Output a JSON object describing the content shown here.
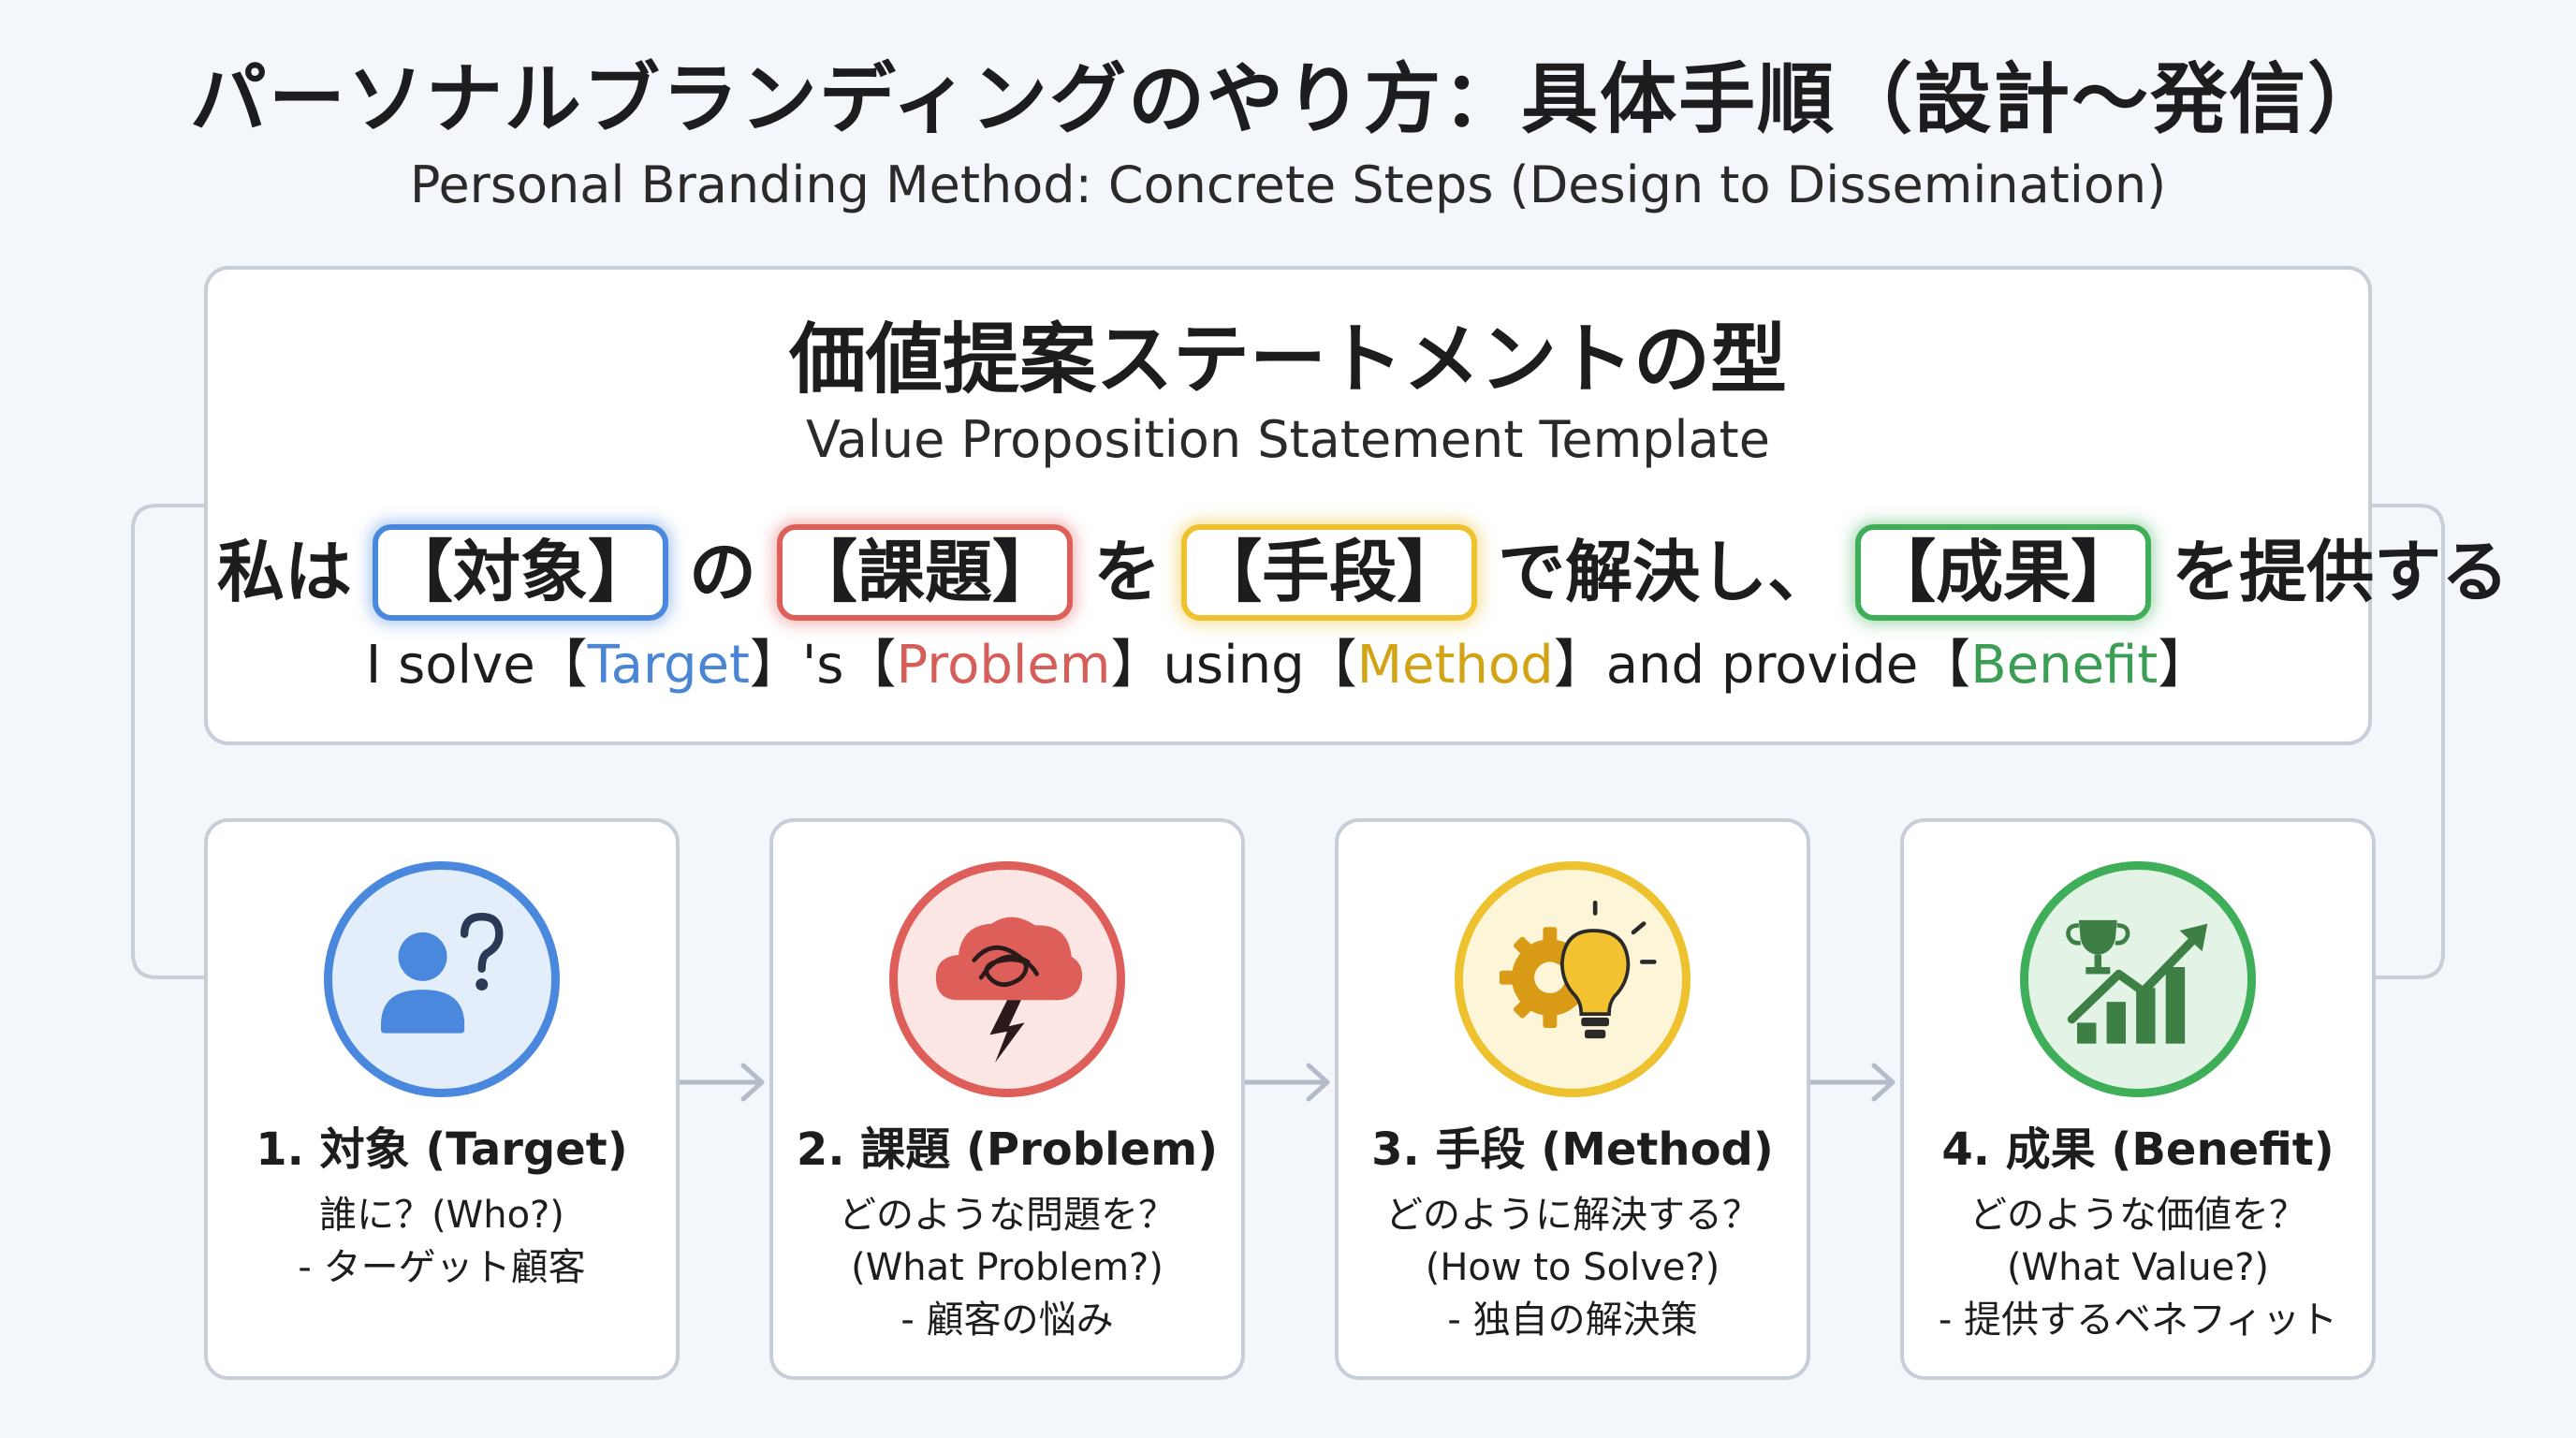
{
  "header": {
    "title": "パーソナルブランディングのやり方：具体手順（設計〜発信）",
    "subtitle": "Personal Branding Method: Concrete Steps (Design to Dissemination)"
  },
  "template": {
    "title": "価値提案ステートメントの型",
    "subtitle": "Value Proposition Statement Template",
    "formula_jp": {
      "p1": "私は",
      "t1": "【対象】",
      "p2": "の",
      "t2": "【課題】",
      "p3": "を",
      "t3": "【手段】",
      "p4": "で解決し、",
      "t4": "【成果】",
      "p5": "を提供する"
    },
    "formula_en": {
      "p1": "I solve【",
      "t1": "Target",
      "p2": "】's【",
      "t2": "Problem",
      "p3": "】using【",
      "t3": "Method",
      "p4": "】and provide【",
      "t4": "Benefit",
      "p5": "】"
    }
  },
  "steps": [
    {
      "title": "1. 対象 (Target)",
      "line1": "誰に？(Who?)",
      "line2": "- ターゲット顧客",
      "line3": "",
      "icon": "person-question-icon",
      "color": "#4a88dd"
    },
    {
      "title": "2. 課題 (Problem)",
      "line1": "どのような問題を？",
      "line2": "(What Problem?)",
      "line3": "- 顧客の悩み",
      "icon": "storm-cloud-icon",
      "color": "#de5f5a"
    },
    {
      "title": "3. 手段 (Method)",
      "line1": "どのように解決する？",
      "line2": "(How to Solve?)",
      "line3": "- 独自の解決策",
      "icon": "gear-lightbulb-icon",
      "color": "#edc22e"
    },
    {
      "title": "4. 成果 (Benefit)",
      "line1": "どのような価値を？",
      "line2": "(What Value?)",
      "line3": "- 提供するベネフィット",
      "icon": "trophy-chart-icon",
      "color": "#3fae59"
    }
  ],
  "colors": {
    "target": "#4a88dd",
    "problem": "#de5f5a",
    "method": "#edc22e",
    "benefit": "#3fae59",
    "border": "#c7ced8",
    "background": "#f3f6fa"
  }
}
